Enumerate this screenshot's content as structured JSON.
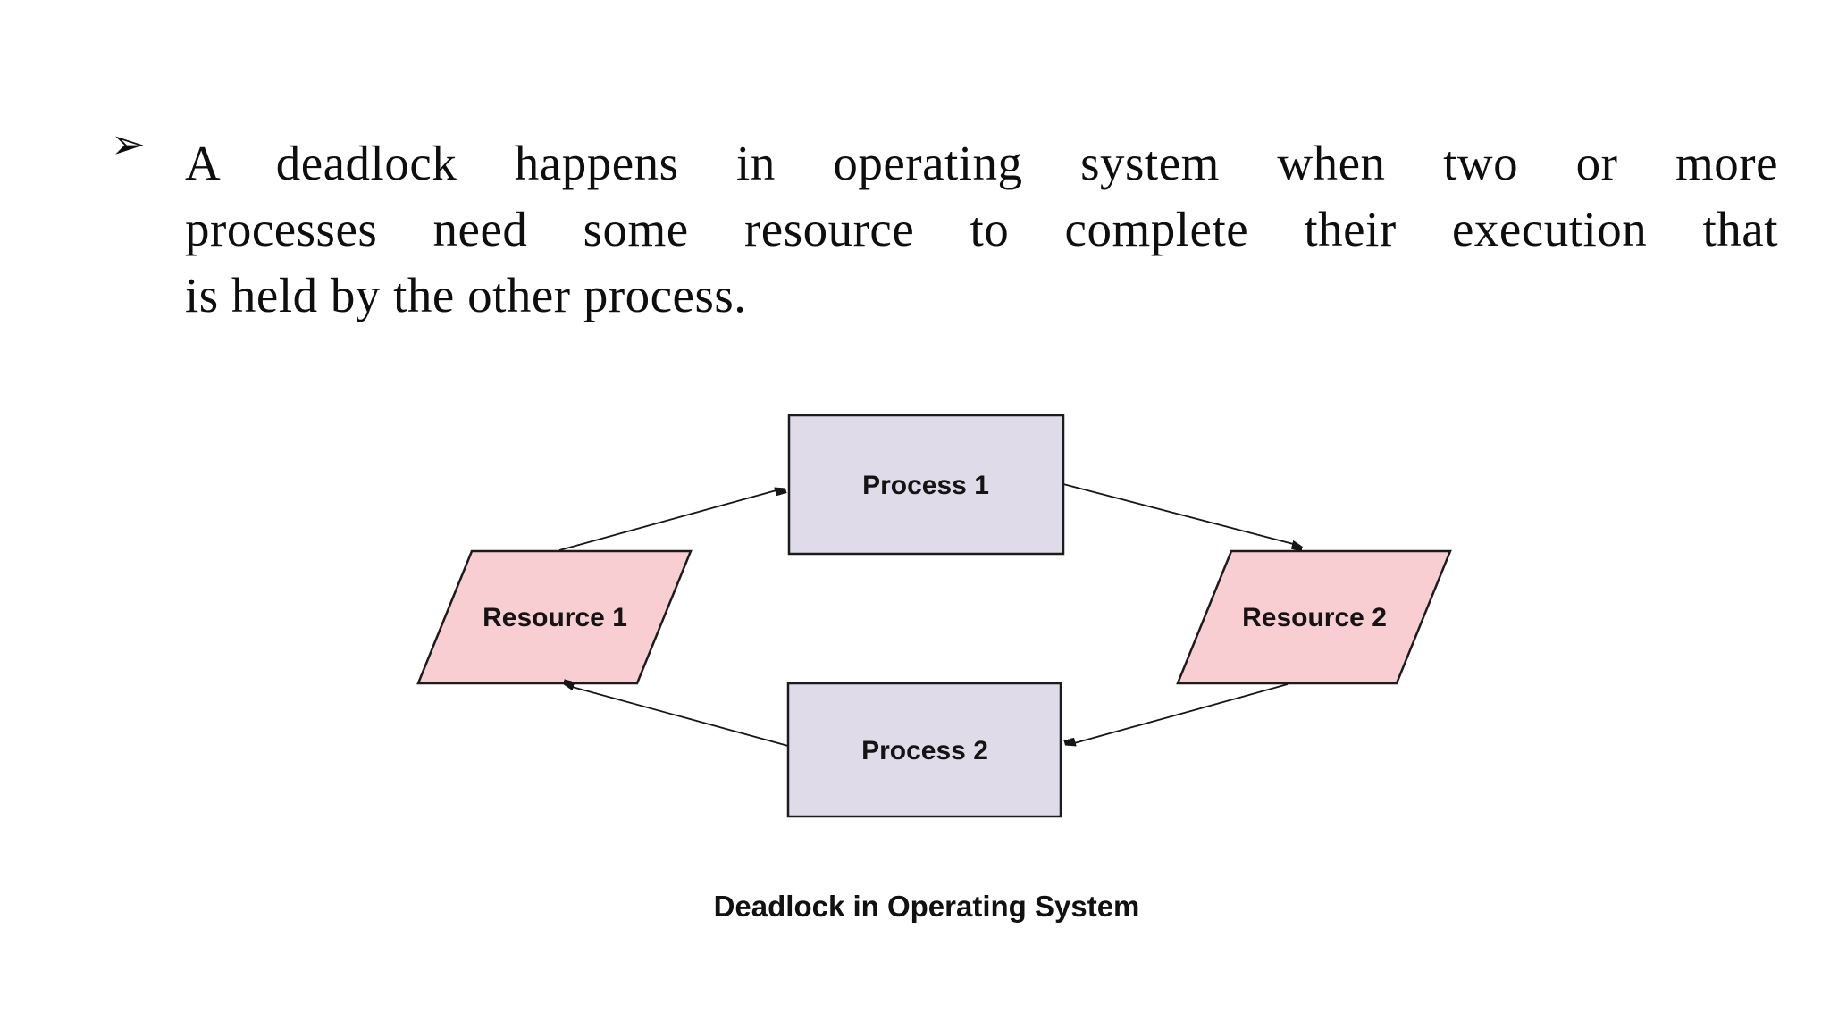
{
  "bullet_paragraph": {
    "bullet_icon": "➢",
    "text": "A deadlock happens in operating system when two or more processes need some resource to complete their execution that is held by the other process.",
    "lines": [
      "A deadlock happens in operating system when two or more",
      "processes need some resource to complete their execution that",
      "is held by the other process."
    ]
  },
  "diagram": {
    "caption": "Deadlock in Operating System",
    "nodes": [
      {
        "id": "process1",
        "label": "Process 1",
        "shape": "rectangle"
      },
      {
        "id": "process2",
        "label": "Process 2",
        "shape": "rectangle"
      },
      {
        "id": "resource1",
        "label": "Resource 1",
        "shape": "parallelogram"
      },
      {
        "id": "resource2",
        "label": "Resource 2",
        "shape": "parallelogram"
      }
    ],
    "edges": [
      {
        "from": "resource1",
        "to": "process1"
      },
      {
        "from": "process1",
        "to": "resource2"
      },
      {
        "from": "resource2",
        "to": "process2"
      },
      {
        "from": "process2",
        "to": "resource1"
      }
    ],
    "colors": {
      "process_fill": "#e0dbe9",
      "resource_fill": "#f8ced3",
      "border": "#1c1c1c",
      "arrow": "#161616"
    }
  }
}
